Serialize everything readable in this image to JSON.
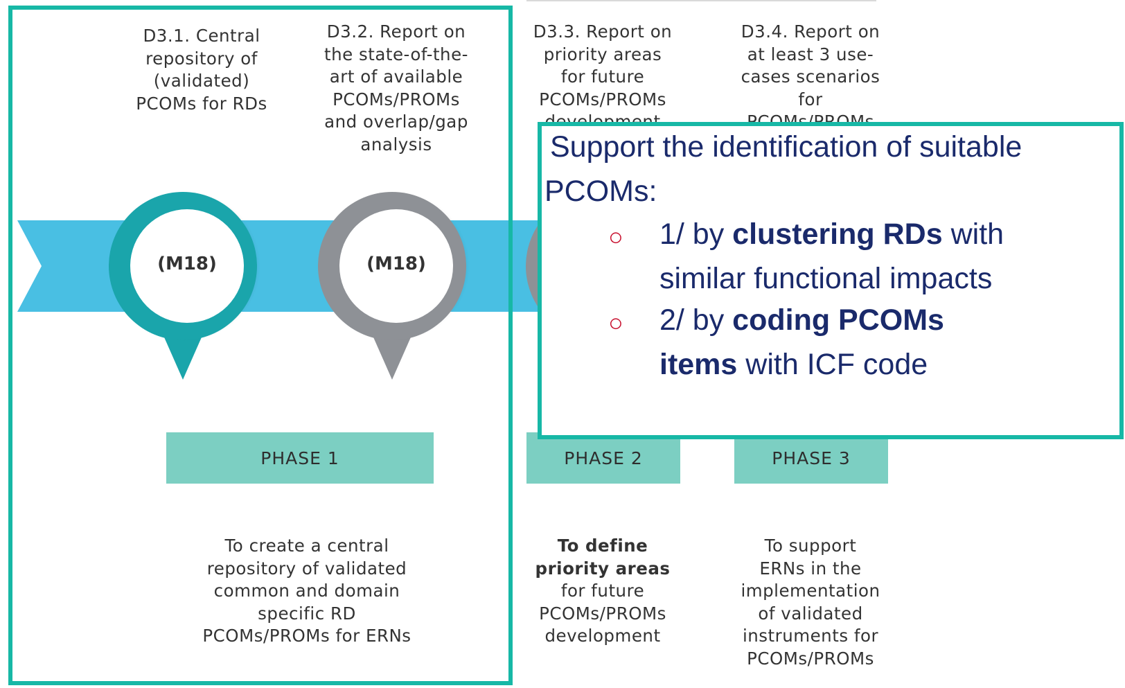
{
  "deliverables": [
    {
      "lines": [
        "D3.1. Central",
        "repository of",
        "(validated)",
        "PCOMs for RDs"
      ]
    },
    {
      "lines": [
        "D3.2. Report on",
        "the state-of-the-",
        "art of available",
        "PCOMs/PROMs",
        "and overlap/gap",
        "analysis"
      ]
    },
    {
      "lines": [
        "D3.3. Report on",
        "priority areas",
        "for future",
        "PCOMs/PROMs",
        "development"
      ]
    },
    {
      "lines": [
        "D3.4. Report on",
        "at least 3 use-",
        "cases scenarios",
        "for",
        "PCOMs/PROMs"
      ]
    }
  ],
  "milestones": [
    "(M18)",
    "(M18)"
  ],
  "phases": [
    "PHASE 1",
    "PHASE 2",
    "PHASE 3"
  ],
  "descriptions": [
    {
      "lines": [
        "To create a central",
        "repository of validated",
        "common and domain",
        "specific RD",
        "PCOMs/PROMs for ERNs"
      ]
    },
    {
      "lines": [
        "To define",
        "priority areas",
        "for future",
        "PCOMs/PROMs",
        "development"
      ]
    },
    {
      "lines": [
        "To support",
        "ERNs in the",
        "implementation",
        "of validated",
        "instruments for",
        "PCOMs/PROMs"
      ]
    }
  ],
  "callout": {
    "title_line1": "Support the identification of suitable",
    "title_line2": "PCOMs:",
    "bullet_glyph": "○",
    "items": [
      {
        "prefix": "1/ by ",
        "bold": "clustering RDs",
        "suffix": " with",
        "line2": "similar functional impacts"
      },
      {
        "prefix": "2/ by ",
        "bold": "coding PCOMs",
        "suffix": "",
        "line2_bold": "items",
        "line2": " with ICF code"
      }
    ]
  },
  "colors": {
    "frame": "#17b8a6",
    "ribbon": "#49bfe3",
    "pin_teal": "#1aa5ab",
    "pin_gray": "#8e9196",
    "phase_box": "#7ccfc2",
    "callout_text": "#1a2a6b",
    "bullet": "#c8102e"
  }
}
